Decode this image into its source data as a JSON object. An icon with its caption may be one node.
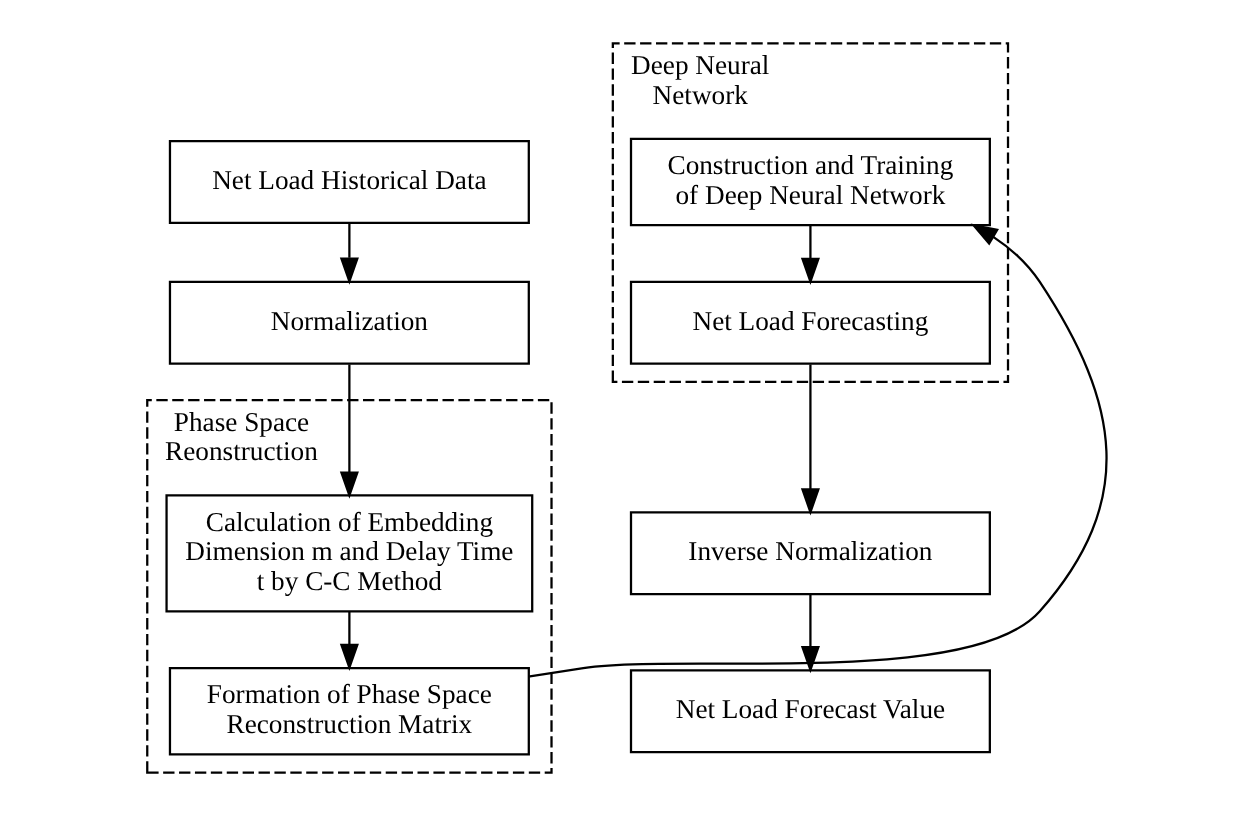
{
  "diagram": {
    "nodes": [
      {
        "text": [
          "Net Load Historical Data"
        ]
      },
      {
        "text": [
          "Normalization"
        ]
      },
      {
        "text": [
          "Phase Space Reonstruction"
        ]
      },
      {
        "text": [
          "Calculation of Embedding Dimension m and Delay Time t by C-C Method"
        ],
        "in": 2
      },
      {
        "text": [
          "Formation of Phase Space Reconstruction Matrix"
        ],
        "in": 2
      },
      {
        "text": [
          "Deep Neural Network"
        ]
      },
      {
        "text": [
          "Construction and Training of Deep Neural Network"
        ],
        "in": 5
      },
      {
        "text": [
          "Net Load Forecasting"
        ],
        "in": 5
      },
      {
        "text": [
          "Inverse Normalization"
        ]
      },
      {
        "text": [
          "Net Load Forecast Value"
        ]
      }
    ],
    "edges": [
      {
        "from": 0,
        "to": 1,
        "arrow": "to"
      },
      {
        "from": 1,
        "to": 3,
        "arrow": "to"
      },
      {
        "from": 3,
        "to": 4,
        "arrow": "to"
      },
      {
        "from": 4,
        "to": 6,
        "arrow": "to"
      },
      {
        "from": 6,
        "to": 7,
        "arrow": "to"
      },
      {
        "from": 7,
        "to": 8,
        "arrow": "to"
      },
      {
        "from": 8,
        "to": 9,
        "arrow": "to"
      }
    ]
  }
}
